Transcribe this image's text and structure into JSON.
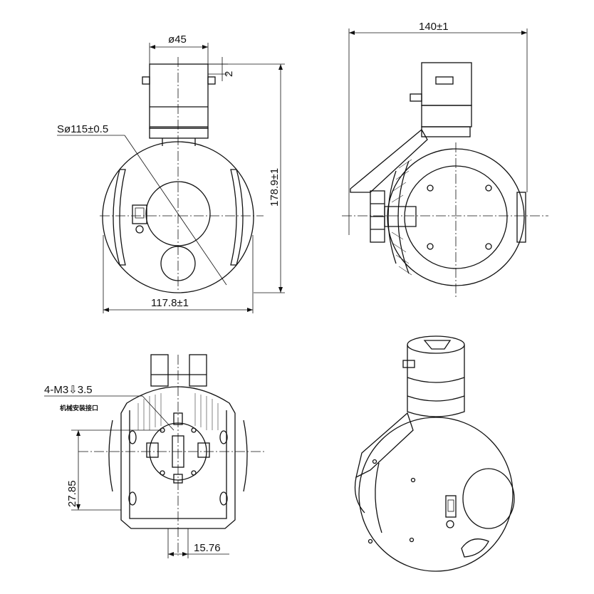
{
  "drawing": {
    "front_view": {
      "top_diameter": "ø45",
      "step_dim": "2",
      "sphere_dim": "Sø115±0.5",
      "height_dim": "178.9±1",
      "width_dim": "117.8±1"
    },
    "side_view": {
      "length_dim": "140±1"
    },
    "bottom_view": {
      "thread_spec": "4-M3⇩3.5",
      "mount_note": "机械安装接口",
      "vertical_dim": "27.85",
      "offset_dim": "15.76"
    },
    "iso_view": {}
  }
}
